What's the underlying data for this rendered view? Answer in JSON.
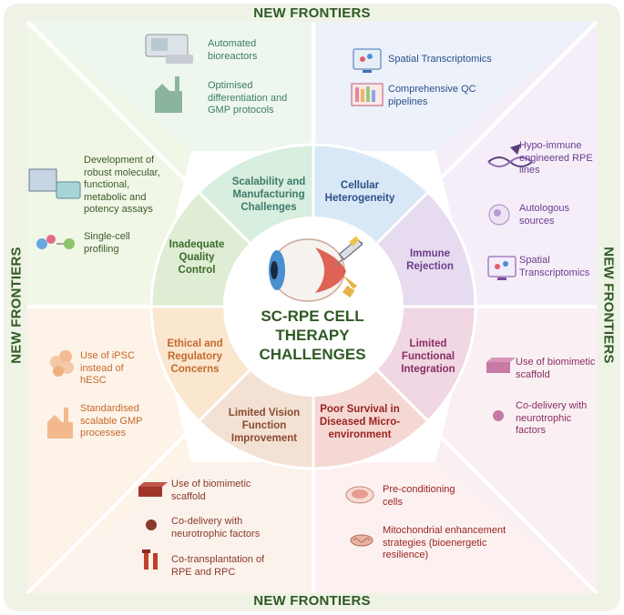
{
  "frontier_label": "NEW FRONTIERS",
  "center": {
    "line1": "SC-RPE CELL",
    "line2": "THERAPY",
    "line3": "CHALLENGES"
  },
  "challenges": {
    "scalability": "Scalability and Manufacturing Challenges",
    "heterogeneity": "Cellular Heterogeneity",
    "immune": "Immune Rejection",
    "integration": "Limited Functional Integration",
    "survival": "Poor Survival in Diseased Micro-environment",
    "vision": "Limited Vision Function Improvement",
    "ethical": "Ethical and Regulatory Concerns",
    "quality": "Inadequate Quality Control"
  },
  "frontiers": {
    "scalability": [
      "Automated bioreactors",
      "Optimised differentiation and GMP protocols"
    ],
    "heterogeneity": [
      "Spatial Transcriptomics",
      "Comprehensive QC pipelines"
    ],
    "immune": [
      "Hypo-immune engineered RPE lines",
      "Autologous sources",
      "Spatial Transcriptomics"
    ],
    "integration": [
      "Use of biomimetic scaffold",
      "Co-delivery with neurotrophic factors"
    ],
    "survival": [
      "Pre-conditioning cells",
      "Mitochondrial enhancement strategies (bioenergetic resilience)"
    ],
    "vision": [
      "Use of biomimetic scaffold",
      "Co-delivery with neurotrophic factors",
      "Co-transplantation of RPE and RPC"
    ],
    "ethical": [
      "Use of iPSC instead of hESC",
      "Standardised scalable GMP processes"
    ],
    "quality": [
      "Development of robust molecular, functional, metabolic and potency assays",
      "Single-cell profiling"
    ]
  },
  "colors": {
    "frame": "#edf3e4",
    "green_text": "#2f5a24",
    "scalability": "#3d7a6a",
    "heterogeneity": "#2d4f8a",
    "immune": "#6a3d8c",
    "integration": "#8a2e62",
    "survival": "#9a2420",
    "vision": "#8a4a30",
    "ethical": "#c46a2c",
    "quality": "#3d6a2a"
  }
}
